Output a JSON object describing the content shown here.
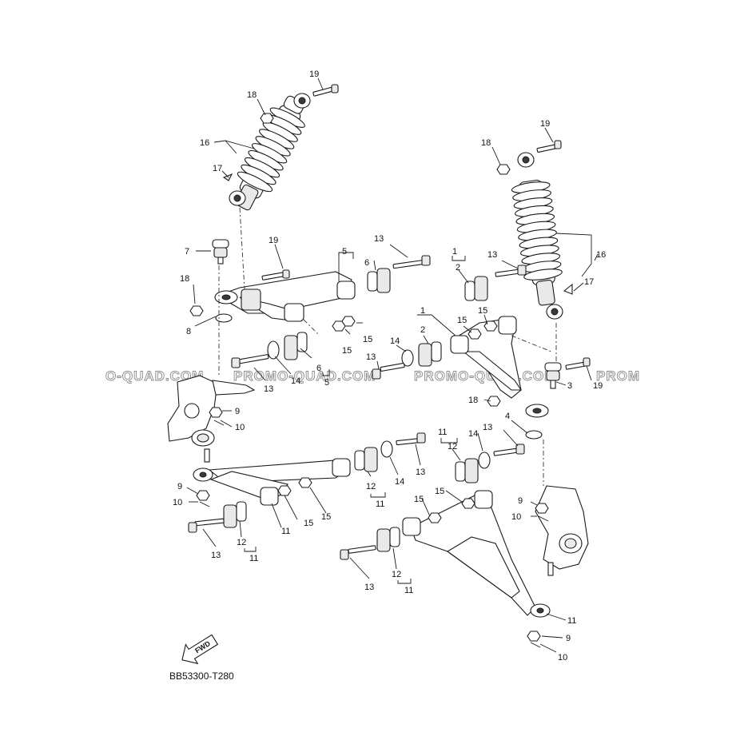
{
  "diagram": {
    "watermark": "PROMO-QUAD.COM",
    "watermark_left": "O-QUAD.COM",
    "watermark_right": "PROM",
    "figure_code": "BB53300-T280",
    "fwd_label": "FWD"
  },
  "callouts": {
    "c19a": "19",
    "c18a": "18",
    "c16a": "16",
    "c17a": "17",
    "c19b": "19",
    "c18b": "18",
    "c16b": "16",
    "c17b": "17",
    "c7": "7",
    "c18c": "18",
    "c8": "8",
    "c19c": "19",
    "c5a": "5",
    "c6a": "6",
    "c13a": "13",
    "c15a": "15",
    "c15b": "15",
    "c6b": "6",
    "c5b": "5",
    "c14a": "14",
    "c13b": "13",
    "c9a": "9",
    "c10a": "10",
    "c1a": "1",
    "c2a": "2",
    "c13c": "13",
    "c1b": "1",
    "c2b": "2",
    "c15c": "15",
    "c15d": "15",
    "c14b": "14",
    "c13d": "13",
    "c3": "3",
    "c19d": "19",
    "c18d": "18",
    "c4": "4",
    "c11a": "11",
    "c12a": "12",
    "c14c": "14",
    "c13e": "13",
    "c12b": "12",
    "c11b": "11",
    "c14d": "14",
    "c13f": "13",
    "c15e": "15",
    "c11c": "11",
    "c15f": "15",
    "c9b": "9",
    "c10b": "10",
    "c12c": "12",
    "c11d": "11",
    "c13g": "13",
    "c15g": "15",
    "c15h": "15",
    "c9c": "9",
    "c10c": "10",
    "c12d": "12",
    "c11e": "11",
    "c13h": "13",
    "c11f": "11",
    "c9d": "9",
    "c10d": "10"
  }
}
